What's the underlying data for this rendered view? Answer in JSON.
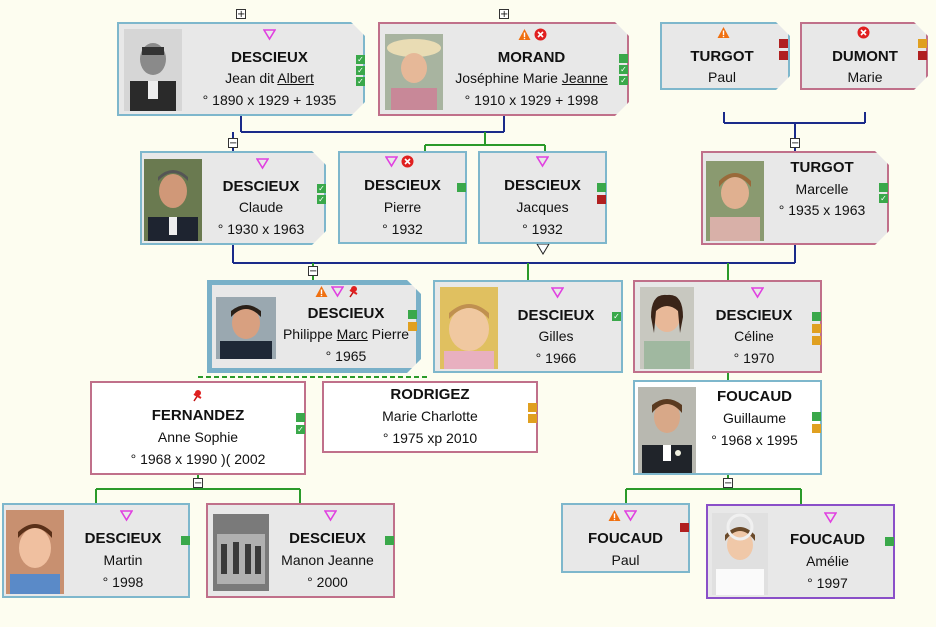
{
  "colors": {
    "male_border": "#7eb7cc",
    "female_border": "#c0708a",
    "other_border": "#8a4fc8",
    "line_blue": "#1a2a8a",
    "line_green": "#2a9a2a",
    "flag_green": "#3aa84a",
    "flag_red": "#b02020",
    "flag_orange": "#e0a020"
  },
  "persons": {
    "albert": {
      "surname": "DESCIEUX",
      "given_pre": "Jean dit ",
      "given_ul": "Albert",
      "given_post": "",
      "dates": "° 1890   x 1929   + 1935"
    },
    "josephine": {
      "surname": "MORAND",
      "given_pre": "Joséphine Marie ",
      "given_ul": "Jeanne",
      "given_post": "",
      "dates": "° 1910   x 1929   + 1998"
    },
    "turgot_paul": {
      "surname": "TURGOT",
      "given": "Paul"
    },
    "dumont": {
      "surname": "DUMONT",
      "given": "Marie"
    },
    "claude": {
      "surname": "DESCIEUX",
      "given": "Claude",
      "dates": "° 1930   x 1963"
    },
    "pierre": {
      "surname": "DESCIEUX",
      "given": "Pierre",
      "dates": "° 1932"
    },
    "jacques": {
      "surname": "DESCIEUX",
      "given": "Jacques",
      "dates": "° 1932"
    },
    "marcelle": {
      "surname": "TURGOT",
      "given": "Marcelle",
      "dates": "° 1935   x 1963"
    },
    "philippe": {
      "surname": "DESCIEUX",
      "given_pre": "Philippe ",
      "given_ul": "Marc",
      "given_post": " Pierre",
      "dates": "° 1965"
    },
    "gilles": {
      "surname": "DESCIEUX",
      "given": "Gilles",
      "dates": "° 1966"
    },
    "celine": {
      "surname": "DESCIEUX",
      "given": "Céline",
      "dates": "° 1970"
    },
    "anne": {
      "surname": "FERNANDEZ",
      "given": "Anne Sophie",
      "dates": "° 1968   x 1990   )( 2002"
    },
    "marie_ch": {
      "surname": "RODRIGEZ",
      "given": "Marie Charlotte",
      "dates": "° 1975   xp 2010"
    },
    "guillaume": {
      "surname": "FOUCAUD",
      "given": "Guillaume",
      "dates": "° 1968   x 1995"
    },
    "martin": {
      "surname": "DESCIEUX",
      "given": "Martin",
      "dates": "° 1998"
    },
    "manon": {
      "surname": "DESCIEUX",
      "given": "Manon Jeanne",
      "dates": "° 2000"
    },
    "foucaud_paul": {
      "surname": "FOUCAUD",
      "given": "Paul"
    },
    "amelie": {
      "surname": "FOUCAUD",
      "given": "Amélie",
      "dates": "° 1997"
    }
  },
  "toggles": {
    "plus": "+",
    "minus": "−"
  },
  "icons": [
    "warning-icon",
    "error-icon",
    "gender-triangle-icon",
    "pin-icon",
    "check-icon",
    "expand-down-icon"
  ]
}
